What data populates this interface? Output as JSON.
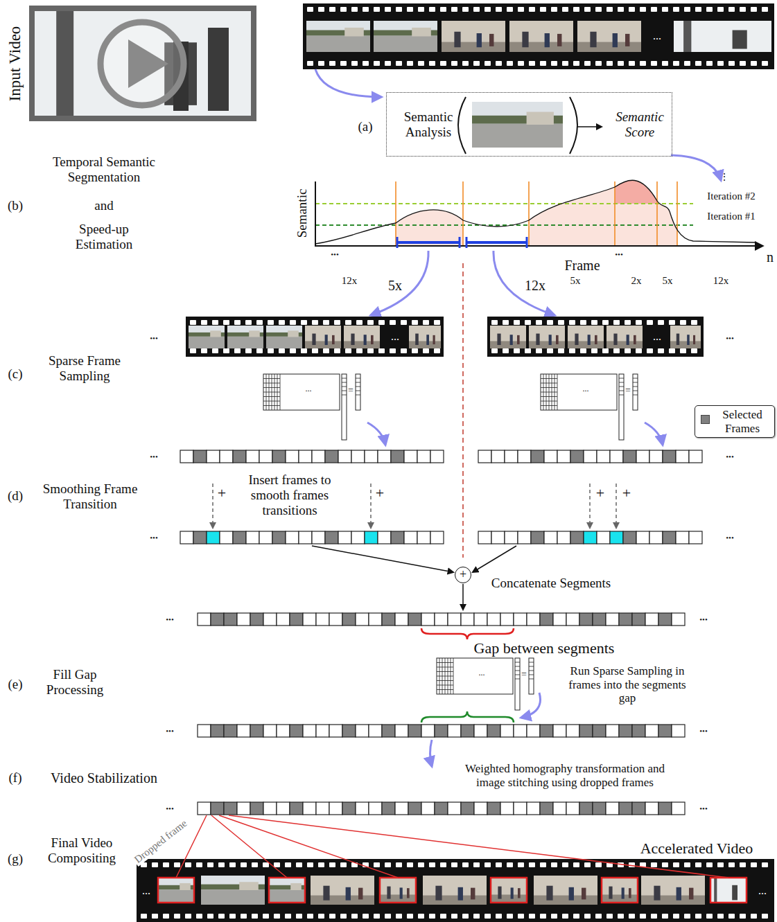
{
  "diagram": {
    "nodes": [
      {
        "text": [
          "Semantic Analysis",
          "Semantic Score"
        ]
      },
      {
        "text": [
          "+"
        ]
      }
    ],
    "labels": [
      "Input Video",
      "...",
      "(a)",
      "(b)",
      "Temporal Semantic Segmentation",
      "and",
      "Speed-up Estimation",
      "⋮",
      "Iteration #2",
      "Iteration #1",
      "Semantic",
      "•••",
      "Frame",
      "•••",
      "n",
      "12x",
      "5x",
      "12x",
      "5x",
      "2x",
      "5x",
      "12x",
      "(c)",
      "Sparse Frame Sampling",
      "•••",
      "...",
      "...",
      "•••",
      "...",
      "=",
      "...",
      "=",
      "•••",
      "•••",
      "(d)",
      "Smoothing Frame Transition",
      "+",
      "Insert frames to smooth frames transitions",
      "+",
      "+",
      "+",
      "•••",
      "•••",
      "Concatenate Segments",
      "•••",
      "•••",
      "Gap between segments",
      "(e)",
      "Fill Gap Processing",
      "...",
      "=",
      "Run Sparse Sampling in frames into the segments gap",
      "•••",
      "•••",
      "(f)",
      "Video Stabilization",
      "Weighted homography transformation and image stitching using dropped frames",
      "•••",
      "•••",
      "(g)",
      "Final Video Compositing",
      "Dropped frame",
      "Accelerated Video",
      "...",
      "..."
    ],
    "legend": [
      {
        "text": "Selected Frames",
        "color": "#808080"
      }
    ]
  }
}
